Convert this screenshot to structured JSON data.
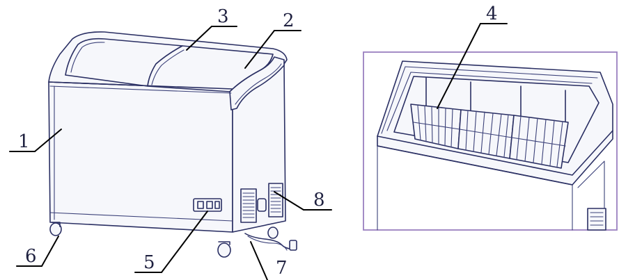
{
  "callouts": {
    "c1": "1",
    "c2": "2",
    "c3": "3",
    "c4": "4",
    "c5": "5",
    "c6": "6",
    "c7": "7",
    "c8": "8"
  },
  "colors": {
    "line": "#2a2f63",
    "frame": "#9a7fc0",
    "leader": "#000000",
    "background": "#ffffff"
  }
}
